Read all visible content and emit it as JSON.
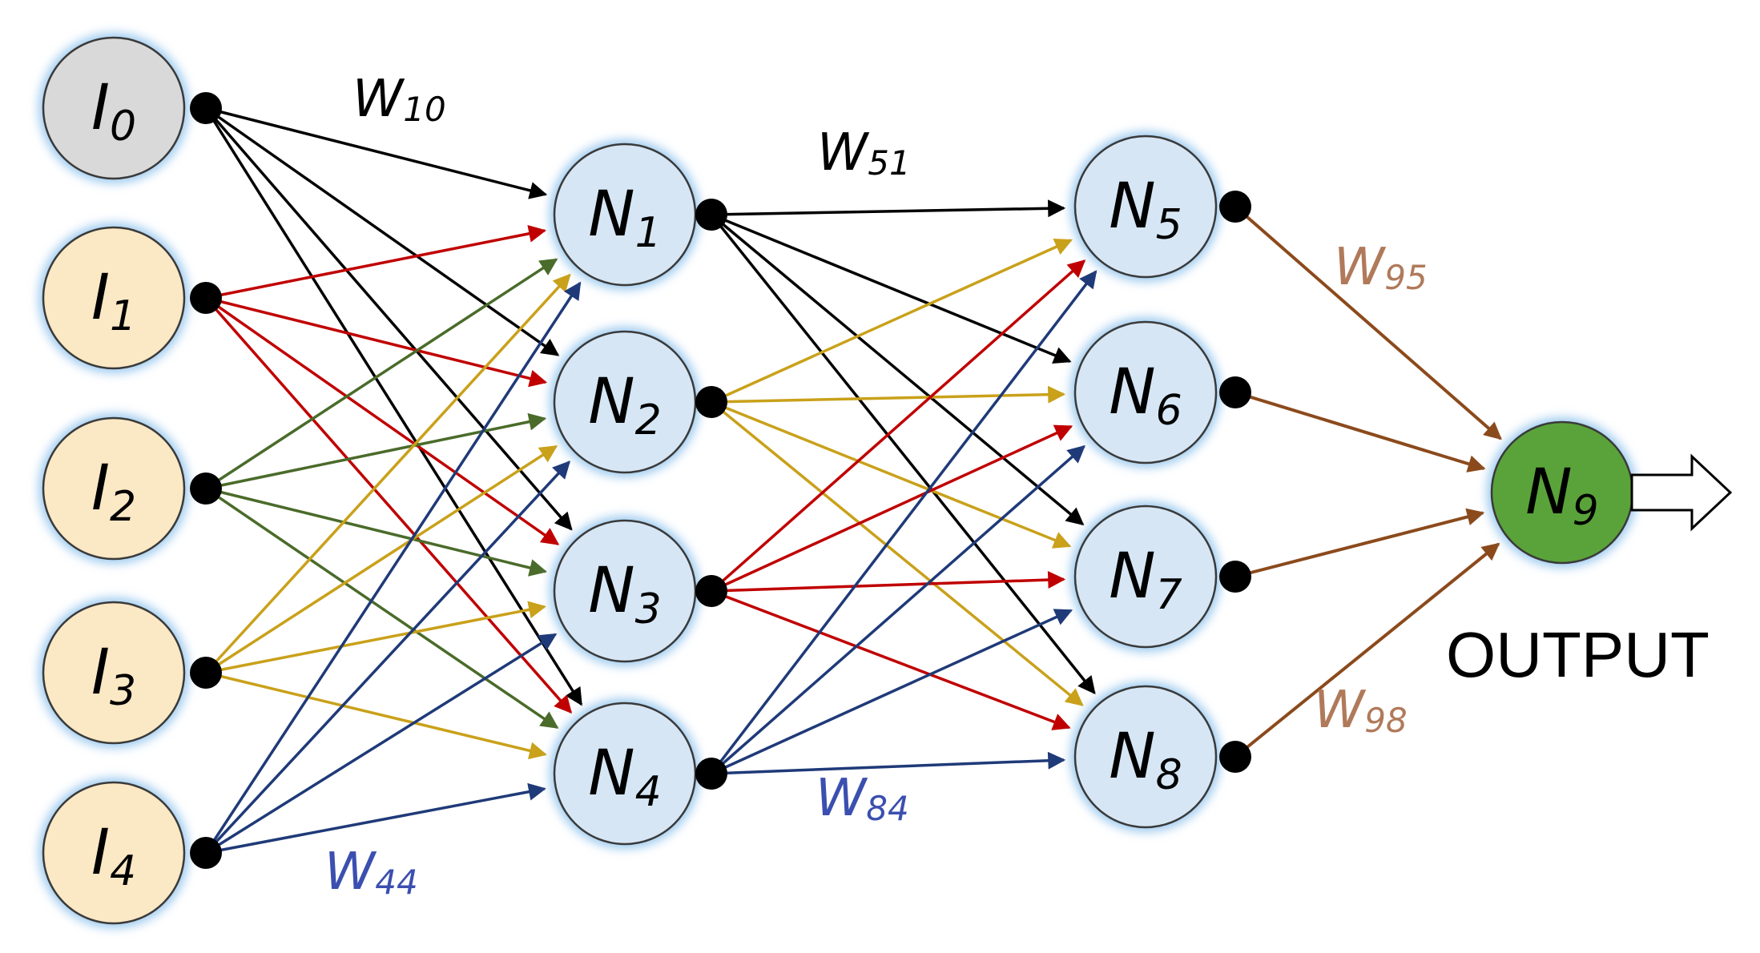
{
  "colors": {
    "black": "#000000",
    "red": "#c00000",
    "green": "#4a6b2a",
    "gold": "#c9a11a",
    "navy": "#1f3a78",
    "brown": "#8b4a1c",
    "input_bias_fill": "#d9d9d9",
    "input_fill": "#fbe8c4",
    "hidden_fill": "#d6e6f5",
    "output_fill": "#5aa33a",
    "glow": "#9fcbef",
    "weight_w10": "#000000",
    "weight_w51": "#000000",
    "weight_w95": "#b07a5a",
    "weight_w98": "#b07a5a",
    "weight_w84": "#3b4fb0",
    "weight_w44": "#3b4fb0"
  },
  "nodes": [
    {
      "id": "I0",
      "letter": "I",
      "sub": "0",
      "layer": "input",
      "fill": "input_bias_fill"
    },
    {
      "id": "I1",
      "letter": "I",
      "sub": "1",
      "layer": "input",
      "fill": "input_fill"
    },
    {
      "id": "I2",
      "letter": "I",
      "sub": "2",
      "layer": "input",
      "fill": "input_fill"
    },
    {
      "id": "I3",
      "letter": "I",
      "sub": "3",
      "layer": "input",
      "fill": "input_fill"
    },
    {
      "id": "I4",
      "letter": "I",
      "sub": "4",
      "layer": "input",
      "fill": "input_fill"
    },
    {
      "id": "N1",
      "letter": "N",
      "sub": "1",
      "layer": "hidden1",
      "fill": "hidden_fill"
    },
    {
      "id": "N2",
      "letter": "N",
      "sub": "2",
      "layer": "hidden1",
      "fill": "hidden_fill"
    },
    {
      "id": "N3",
      "letter": "N",
      "sub": "3",
      "layer": "hidden1",
      "fill": "hidden_fill"
    },
    {
      "id": "N4",
      "letter": "N",
      "sub": "4",
      "layer": "hidden1",
      "fill": "hidden_fill"
    },
    {
      "id": "N5",
      "letter": "N",
      "sub": "5",
      "layer": "hidden2",
      "fill": "hidden_fill"
    },
    {
      "id": "N6",
      "letter": "N",
      "sub": "6",
      "layer": "hidden2",
      "fill": "hidden_fill"
    },
    {
      "id": "N7",
      "letter": "N",
      "sub": "7",
      "layer": "hidden2",
      "fill": "hidden_fill"
    },
    {
      "id": "N8",
      "letter": "N",
      "sub": "8",
      "layer": "hidden2",
      "fill": "hidden_fill"
    },
    {
      "id": "N9",
      "letter": "N",
      "sub": "9",
      "layer": "output",
      "fill": "output_fill"
    }
  ],
  "edge_groups": [
    {
      "from": "I0",
      "to": [
        "N1",
        "N2",
        "N3",
        "N4"
      ],
      "color": "black"
    },
    {
      "from": "I1",
      "to": [
        "N1",
        "N2",
        "N3",
        "N4"
      ],
      "color": "red"
    },
    {
      "from": "I2",
      "to": [
        "N1",
        "N2",
        "N3",
        "N4"
      ],
      "color": "green"
    },
    {
      "from": "I3",
      "to": [
        "N1",
        "N2",
        "N3",
        "N4"
      ],
      "color": "gold"
    },
    {
      "from": "I4",
      "to": [
        "N1",
        "N2",
        "N3",
        "N4"
      ],
      "color": "navy"
    },
    {
      "from": "N1",
      "to": [
        "N5",
        "N6",
        "N7",
        "N8"
      ],
      "color": "black"
    },
    {
      "from": "N2",
      "to": [
        "N5",
        "N6",
        "N7",
        "N8"
      ],
      "color": "gold"
    },
    {
      "from": "N3",
      "to": [
        "N5",
        "N6",
        "N7",
        "N8"
      ],
      "color": "red"
    },
    {
      "from": "N4",
      "to": [
        "N5",
        "N6",
        "N7",
        "N8"
      ],
      "color": "navy"
    },
    {
      "from": "N5",
      "to": [
        "N9"
      ],
      "color": "brown"
    },
    {
      "from": "N6",
      "to": [
        "N9"
      ],
      "color": "brown"
    },
    {
      "from": "N7",
      "to": [
        "N9"
      ],
      "color": "brown"
    },
    {
      "from": "N8",
      "to": [
        "N9"
      ],
      "color": "brown"
    }
  ],
  "weight_labels": {
    "w10": {
      "main": "W",
      "sub": "10"
    },
    "w51": {
      "main": "W",
      "sub": "51"
    },
    "w95": {
      "main": "W",
      "sub": "95"
    },
    "w98": {
      "main": "W",
      "sub": "98"
    },
    "w84": {
      "main": "W",
      "sub": "84"
    },
    "w44": {
      "main": "W",
      "sub": "44"
    }
  },
  "output_label": "OUTPUT"
}
